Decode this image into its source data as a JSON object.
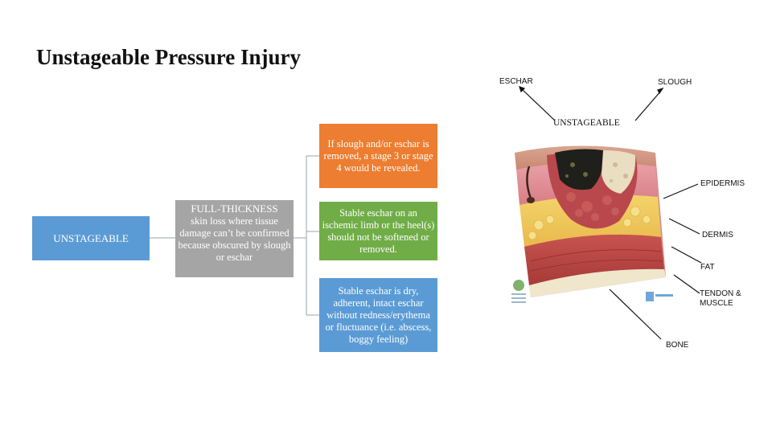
{
  "title": "Unstageable Pressure Injury",
  "tree": {
    "root": "UNSTAGEABLE",
    "mid_head": "FULL-THICKNESS",
    "mid_body": "skin loss where tissue damage can’t be confirmed because obscured by slough or eschar",
    "child_a": "If slough and/or eschar is removed, a stage 3 or stage 4 would be revealed.",
    "child_b": "Stable eschar on an ischemic limb or the heel(s) should not be softened or removed.",
    "child_c": "Stable eschar is dry, adherent, intact eschar without redness/erythema or fluctuance (i.e. abscess, boggy feeling)"
  },
  "illustration": {
    "eschar": "ESCHAR",
    "slough": "SLOUGH",
    "unstageable": "UNSTAGEABLE",
    "epidermis": "EPIDERMIS",
    "dermis": "DERMIS",
    "fat": "FAT",
    "tendon_muscle_1": "TENDON &",
    "tendon_muscle_2": "MUSCLE",
    "bone": "BONE"
  },
  "colors": {
    "blue": "#5b9bd5",
    "gray": "#a5a5a5",
    "orange": "#ed7d31",
    "green": "#70ad47"
  }
}
